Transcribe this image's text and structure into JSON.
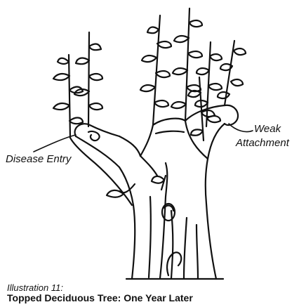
{
  "labels": {
    "disease_entry": "Disease Entry",
    "weak_line1": "Weak",
    "weak_line2": "Attachment"
  },
  "caption": {
    "illustration": "Illustration 11:",
    "title": "Topped Deciduous Tree: One Year Later"
  },
  "colors": {
    "ink": "#111111",
    "background": "#ffffff"
  }
}
